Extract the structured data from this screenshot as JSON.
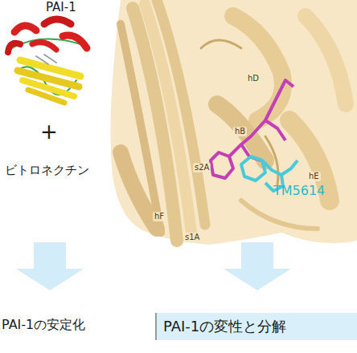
{
  "diagram": {
    "nodes": [
      {
        "text": [
          "PAI-1の変性と分解"
        ]
      }
    ],
    "labels": [
      "PAI-1",
      "+",
      "ビトロネクチン",
      "hD",
      "hB",
      "s2A",
      "hE",
      "hF",
      "s1A",
      "TM5614",
      "PAI-1の安定化"
    ]
  }
}
